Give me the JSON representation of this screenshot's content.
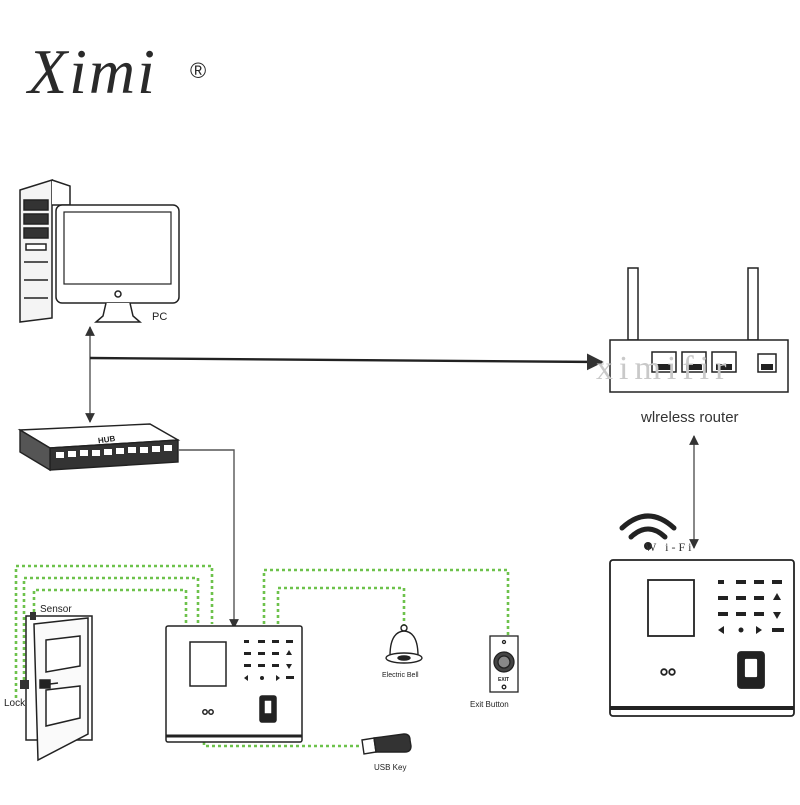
{
  "logo": {
    "text": "Ximi",
    "registered": "®"
  },
  "watermark": "ximifir",
  "labels": {
    "pc": "PC",
    "router": "wlreless router",
    "hub": "HUB",
    "sensor": "Sensor",
    "lock": "Lock",
    "bell": "Electric Bell",
    "exit": "Exit Button",
    "exit_badge": "EXIT",
    "usb": "USB Key",
    "wifi": "W i-Fi"
  },
  "colors": {
    "line": "#555555",
    "dotted": "#6dc24b",
    "device_edge": "#222222"
  }
}
